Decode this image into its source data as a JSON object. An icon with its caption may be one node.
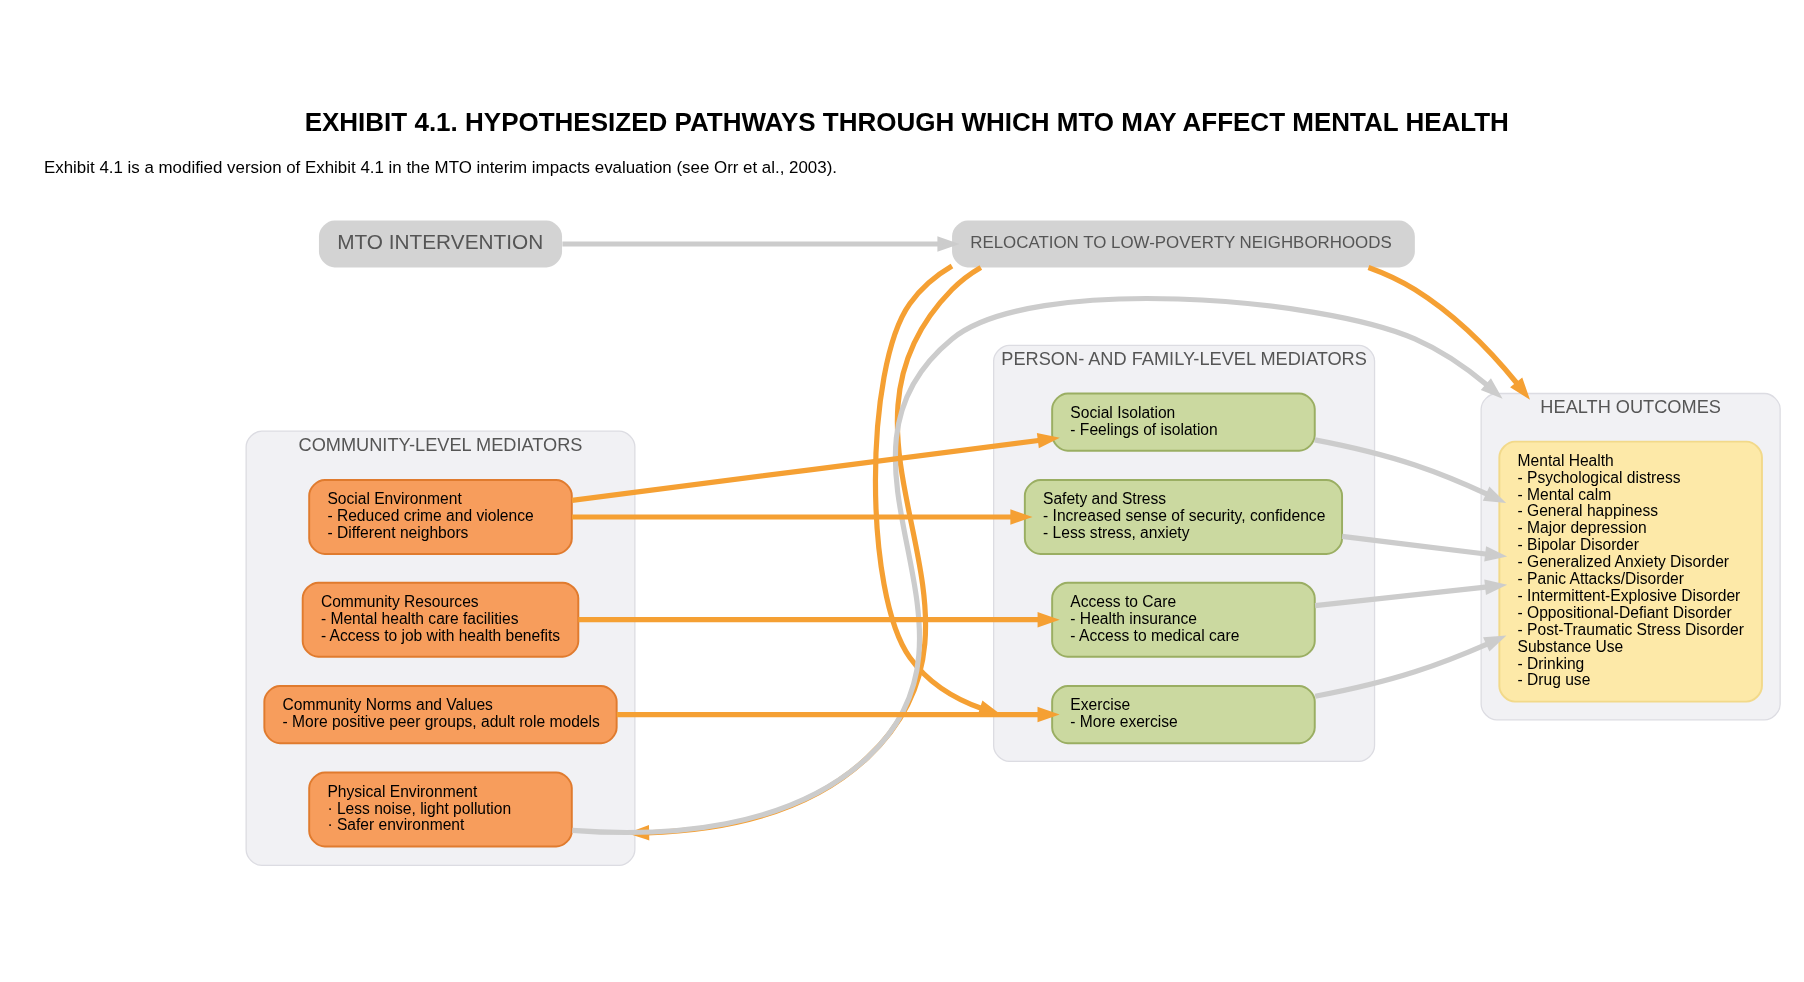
{
  "diagram": {
    "title": "EXHIBIT 4.1. HYPOTHESIZED PATHWAYS THROUGH WHICH MTO MAY AFFECT MENTAL HEALTH",
    "caption": "Exhibit 4.1 is a modified version of Exhibit 4.1 in the MTO interim impacts evaluation (see Orr et al., 2003).",
    "nodes": [
      {
        "text": [
          "MTO INTERVENTION"
        ]
      },
      {
        "text": [
          "RELOCATION TO LOW-POVERTY NEIGHBORHOODS"
        ]
      },
      {
        "text": [
          "COMMUNITY-LEVEL MEDIATORS"
        ]
      },
      {
        "text": [
          "Physical Environment",
          "· Less noise, light pollution",
          "· Safer environment"
        ],
        "in": 2
      },
      {
        "text": [
          "Community Norms and Values",
          "- More positive peer groups, adult role models"
        ],
        "in": 2
      },
      {
        "text": [
          "Community Resources",
          "- Mental health care facilities",
          "- Access to job with health benefits"
        ],
        "in": 2
      },
      {
        "text": [
          "Social Environment",
          "- Reduced crime and violence",
          "- Different neighbors"
        ],
        "in": 2
      },
      {
        "text": [
          "PERSON- AND FAMILY-LEVEL MEDIATORS"
        ]
      },
      {
        "text": [
          "Exercise",
          "- More exercise"
        ],
        "in": 7
      },
      {
        "text": [
          "Access to Care",
          "- Health insurance",
          "- Access to medical care"
        ],
        "in": 7
      },
      {
        "text": [
          "Safety and Stress",
          "- Increased sense of security, confidence",
          "- Less stress, anxiety"
        ],
        "in": 7
      },
      {
        "text": [
          "Social Isolation",
          "- Feelings of isolation"
        ],
        "in": 7
      },
      {
        "text": [
          "HEALTH OUTCOMES"
        ]
      },
      {
        "text": [
          "Mental Health",
          "- Psychological distress",
          "- Mental calm",
          "- General happiness",
          "- Major depression",
          "- Bipolar Disorder",
          "- Generalized Anxiety Disorder",
          "- Panic Attacks/Disorder",
          "- Intermittent-Explosive Disorder",
          "- Oppositional-Defiant Disorder",
          "- Post-Traumatic Stress Disorder",
          "Substance Use",
          "- Drinking",
          "- Drug use"
        ],
        "in": 12
      }
    ],
    "edges": [
      {
        "from": 0,
        "to": 1,
        "arrow": "to",
        "color": "#cccccc"
      },
      {
        "from": 1,
        "to": 2,
        "arrow": "to"
      },
      {
        "from": 1,
        "to": 7,
        "arrow": "to"
      },
      {
        "from": 1,
        "to": 12,
        "arrow": "to"
      },
      {
        "from": 3,
        "to": 12,
        "arrow": "to",
        "color": "#cccccc"
      },
      {
        "from": 4,
        "to": 8,
        "arrow": "to"
      },
      {
        "from": 5,
        "to": 9,
        "arrow": "to"
      },
      {
        "from": 6,
        "to": 10,
        "arrow": "to"
      },
      {
        "from": 6,
        "to": 11,
        "arrow": "to"
      },
      {
        "from": 8,
        "to": 13,
        "arrow": "to",
        "color": "#cccccc"
      },
      {
        "from": 9,
        "to": 13,
        "arrow": "to",
        "color": "#cccccc"
      },
      {
        "from": 10,
        "to": 13,
        "arrow": "to",
        "color": "#cccccc"
      },
      {
        "from": 11,
        "to": 13,
        "arrow": "to",
        "color": "#cccccc"
      }
    ]
  }
}
